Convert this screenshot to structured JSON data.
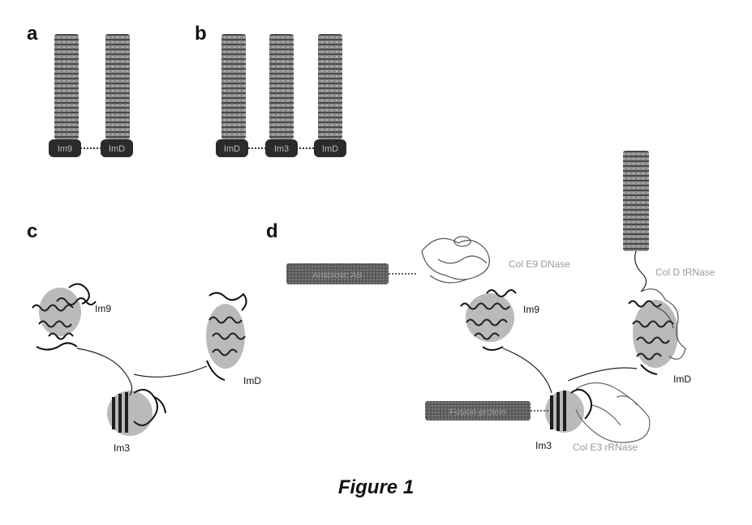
{
  "panels": {
    "a": "a",
    "b": "b",
    "c": "c",
    "d": "d"
  },
  "panel_a": {
    "boxes": [
      "Im9",
      "ImD"
    ]
  },
  "panel_b": {
    "boxes": [
      "ImD",
      "Im3",
      "ImD"
    ]
  },
  "panel_c": {
    "labels": {
      "im9": "Im9",
      "imd": "ImD",
      "im3": "Im3"
    }
  },
  "panel_d": {
    "labels": {
      "im9": "Im9",
      "imd": "ImD",
      "im3": "Im3",
      "col_e9": "Col E9 DNase",
      "col_d": "Col D tRNase",
      "col_e3": "Col E3 rRNase"
    },
    "bar_upper": "Antibiotic AB",
    "bar_lower": "Fusion protein"
  },
  "figure_title": "Figure 1",
  "colors": {
    "ink": "#1a1a1a",
    "stripe_dark": "#4a4a4a",
    "stripe_light": "#8c8c8c",
    "faint_label": "#9a9a9a"
  }
}
